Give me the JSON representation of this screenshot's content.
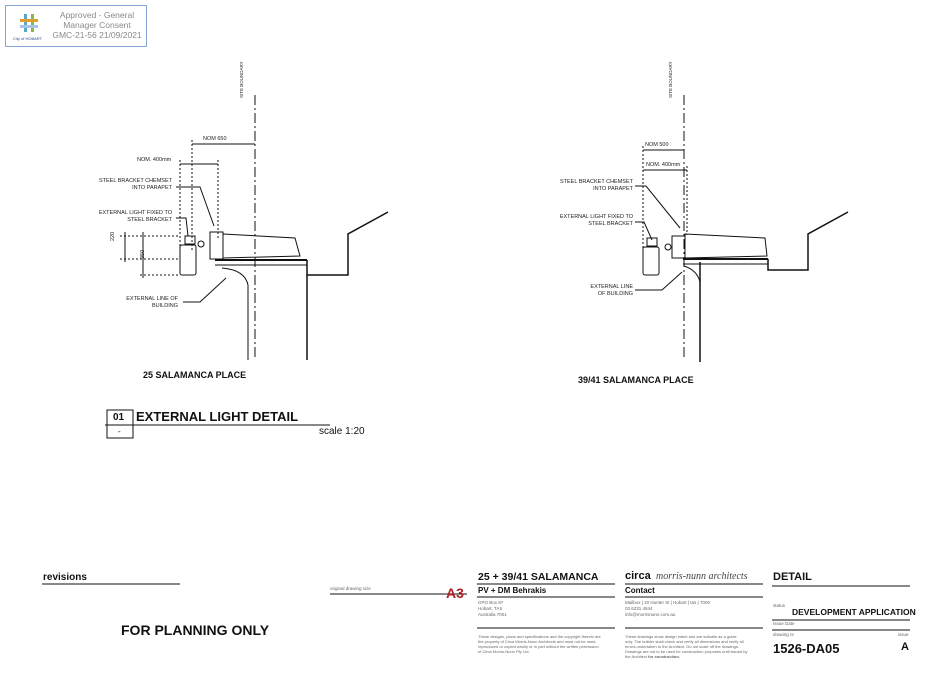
{
  "stamp": {
    "line1": "Approved - General",
    "line2": "Manager Consent",
    "line3": "GMC-21-56 21/09/2021",
    "logo_text": "City of HOBART",
    "logo_colors": [
      "#5aa7c8",
      "#88b84a",
      "#e0a030",
      "#a5c4e8"
    ]
  },
  "detail_left": {
    "boundary": "SITE BOUNDARY",
    "nom_outer": "NOM 650",
    "nom_inner": "NOM. 400mm",
    "note_bracket_1": "STEEL BRACKET CHEMSET",
    "note_bracket_2": "INTO PARAPET",
    "note_light_1": "EXTERNAL LIGHT FIXED TO",
    "note_light_2": "STEEL BRACKET",
    "dim_220": "220",
    "dim_350": "350",
    "note_line_1": "EXTERNAL LINE OF",
    "note_line_2": "BUILDING",
    "title": "25 SALAMANCA PLACE"
  },
  "detail_right": {
    "boundary": "SITE BOUNDARY",
    "nom_outer": "NOM 500",
    "nom_inner": "NOM. 400mm",
    "note_bracket_1": "STEEL BRACKET CHEMSET",
    "note_bracket_2": "INTO PARAPET",
    "note_light_1": "EXTERNAL LIGHT FIXED TO",
    "note_light_2": "STEEL BRACKET",
    "note_line_1": "EXTERNAL LINE",
    "note_line_2": "OF BUILDING",
    "title": "39/41 SALAMANCA PLACE"
  },
  "detail_title": {
    "number": "01",
    "sheet": "-",
    "name": "EXTERNAL LIGHT DETAIL",
    "scale": "scale 1:20"
  },
  "title_block": {
    "revisions": "revisions",
    "planning_note": "FOR PLANNING ONLY",
    "original_size_label": "original drawing size",
    "sheet_size": "A3",
    "project": "25 + 39/41  SALAMANCA",
    "client": "PV + DM Behrakis",
    "address_1": "GPO Box 87",
    "address_2": "Hobart, TAS",
    "address_3": "Australia 7001",
    "copyright_1": "These designs, plans and specifications and the copyright therein are",
    "copyright_2": "the property of Circa Morris-Nunn Architects and must not be used,",
    "copyright_3": "reproduced or copied wholly or in part without the written permission",
    "copyright_4": "of Circa Morris-Nunn Pty Ltd.",
    "firm_circa": "circa",
    "firm_name": "morris-nunn architects",
    "contact": "Contact",
    "contact_1": "Mailbox | 20 Hunter St | Hobart | tas | 7000",
    "contact_2": "03 6231 4544",
    "contact_3": "info@morrisnunn.com.au",
    "disclaimer_1": "These drawings show design intent and are suitable as a guide",
    "disclaimer_2": "only. The builder shall check and verify all dimensions and verify all",
    "disclaimer_3": "errors undertaken to the Architect. Do not scale off the drawings.",
    "disclaimer_4": "Drawings are not to be used for construction purposes until issued by",
    "disclaimer_5": "the Architect",
    "disclaimer_bold": "for construction.",
    "sheet_title": "DETAIL",
    "status_label": "status",
    "status": "DEVELOPMENT APPLICATION",
    "issue_date_label": "Issue Date",
    "drawing_no_label": "drawing nr",
    "drawing_no": "1526-DA05",
    "issue_label": "issue",
    "issue": "A",
    "accent_color": "#b22222"
  }
}
